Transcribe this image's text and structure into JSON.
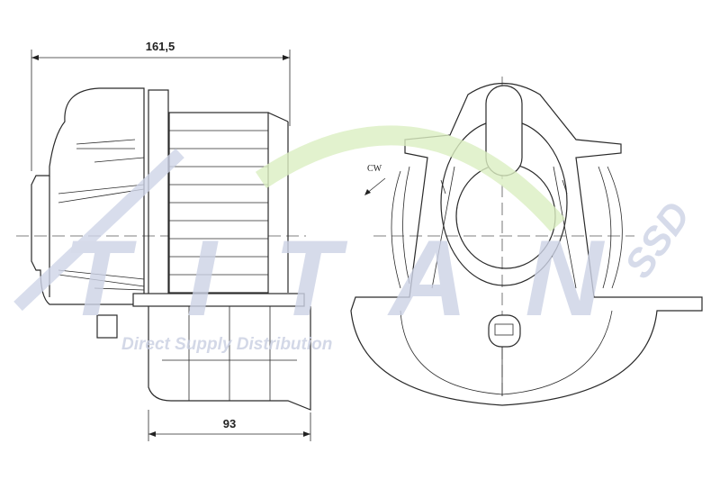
{
  "dimensions": {
    "width_label": "161,5",
    "height_label": "93"
  },
  "rotation": {
    "label": "CW"
  },
  "watermark": {
    "brand": "TITAN",
    "suffix": "SSD",
    "tagline": "Direct Supply Distribution",
    "colors": {
      "blue": "#c9d0e4",
      "green": "#d6ebb5"
    }
  }
}
